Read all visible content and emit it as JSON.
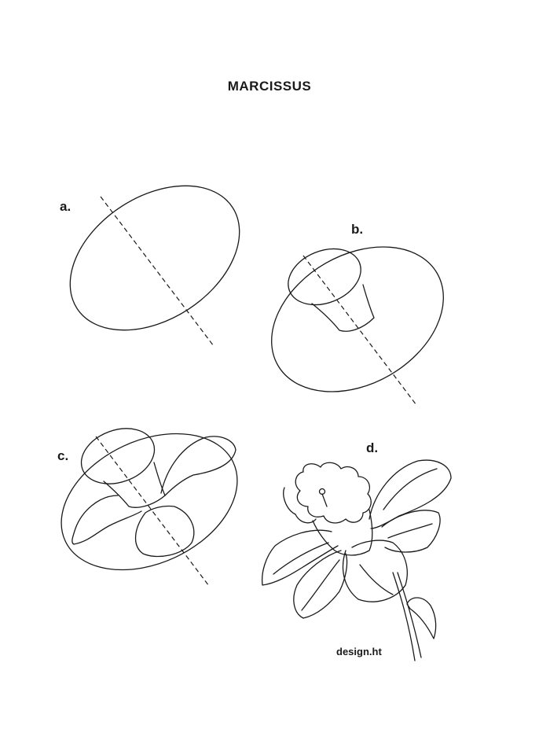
{
  "title": "MARCISSUS",
  "steps": [
    {
      "label": "a."
    },
    {
      "label": "b."
    },
    {
      "label": "c."
    },
    {
      "label": "d."
    }
  ],
  "credit": "design.ht"
}
